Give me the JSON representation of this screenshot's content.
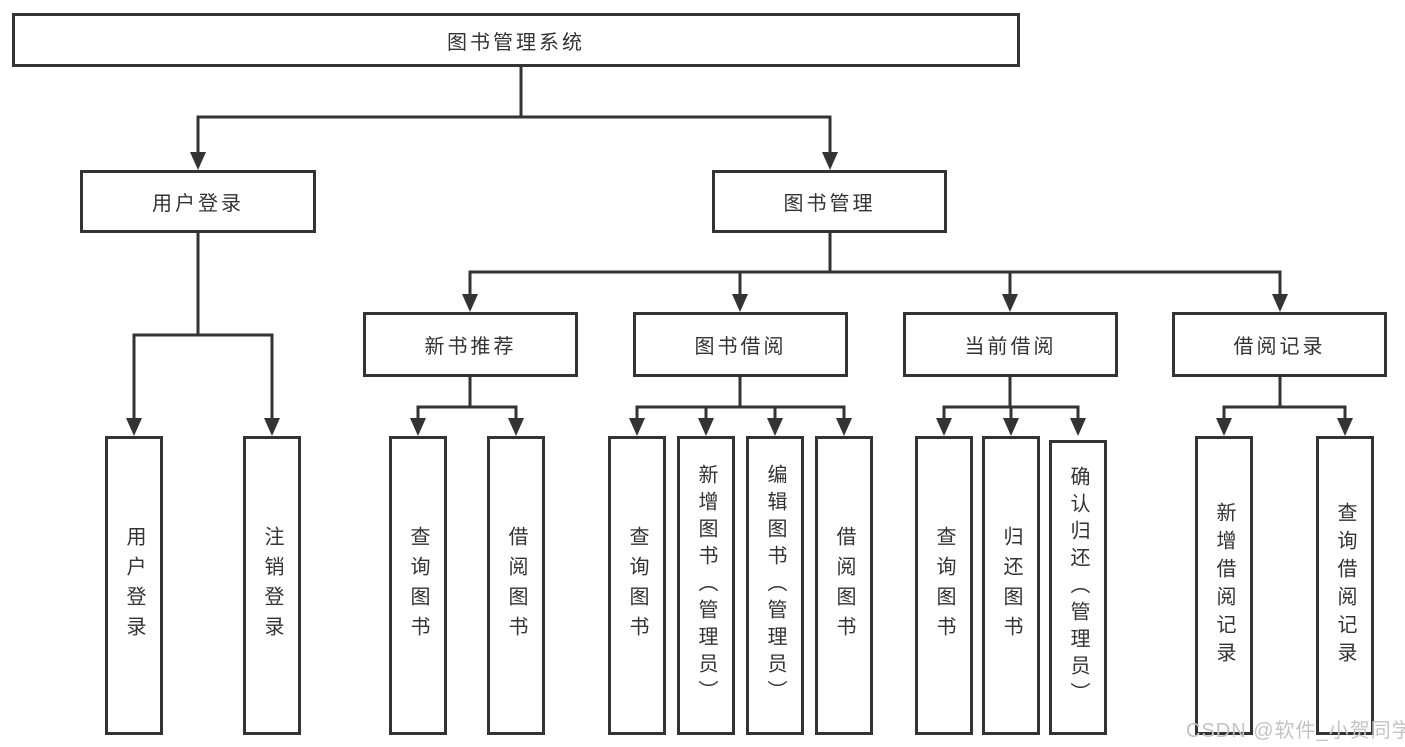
{
  "diagram": {
    "title": "图书管理系统",
    "branches": [
      {
        "label": "用户登录",
        "children": [
          "用户登录",
          "注销登录"
        ]
      },
      {
        "label": "图书管理",
        "sections": [
          {
            "label": "新书推荐",
            "children": [
              "查询图书",
              "借阅图书"
            ]
          },
          {
            "label": "图书借阅",
            "children": [
              "查询图书",
              "新增图书（管理员）",
              "编辑图书（管理员）",
              "借阅图书"
            ]
          },
          {
            "label": "当前借阅",
            "children": [
              "查询图书",
              "归还图书",
              "确认归还（管理员）"
            ]
          },
          {
            "label": "借阅记录",
            "children": [
              "新增借阅记录",
              "查询借阅记录"
            ]
          }
        ]
      }
    ],
    "colors": {
      "line": "#333333",
      "box_fill": "#ffffff",
      "text": "#333333",
      "watermark": "#c3c3c3"
    }
  },
  "watermark": {
    "text": "CSDN @软件_小贺同学"
  }
}
